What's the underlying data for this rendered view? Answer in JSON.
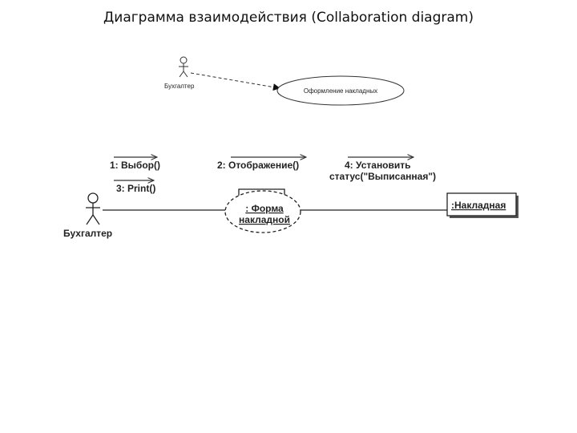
{
  "title": "Диаграмма взаимодействия (Collaboration diagram)",
  "use_case_diagram": {
    "actor_label": "Бухгалтер",
    "use_case_label": "Оформление накладных"
  },
  "collaboration": {
    "actor_label": "Бухгалтер",
    "form_object_line1": ": Форма",
    "form_object_line2": "накладной",
    "invoice_object": ":Накладная",
    "messages": [
      {
        "label": "1: Выбор()"
      },
      {
        "label": "3: Print()"
      },
      {
        "label": "2: Отображение()"
      },
      {
        "label_line1": "4: Установить",
        "label_line2": "статус(\"Выписанная\")"
      }
    ]
  }
}
